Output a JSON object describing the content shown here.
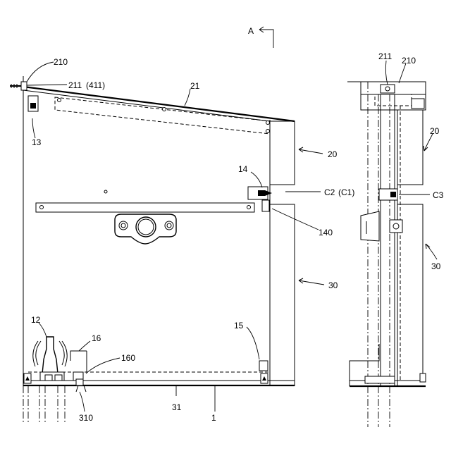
{
  "view_marker": "A",
  "front_view": {
    "labels": {
      "l210": "210",
      "l211": "211",
      "l411": "(411)",
      "l21": "21",
      "l13": "13",
      "l20": "20",
      "l14": "14",
      "l140": "140",
      "lC2": "C2",
      "lC1": "(C1)",
      "l30": "30",
      "l12": "12",
      "l16": "16",
      "l160": "160",
      "l15": "15",
      "l310": "310",
      "l31": "31",
      "l1": "1"
    }
  },
  "side_view": {
    "labels": {
      "l211": "211",
      "l210": "210",
      "l20": "20",
      "lC3": "C3",
      "l30": "30"
    }
  }
}
